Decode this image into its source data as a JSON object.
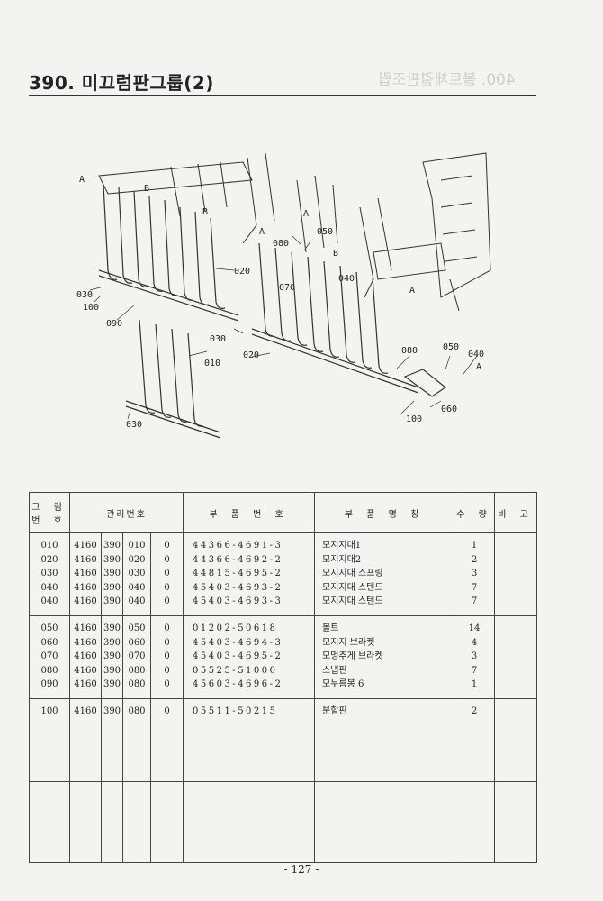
{
  "page": {
    "title": "390. 미끄럼판그룹(2)",
    "ghost_text": "400. 볼트체결판조립",
    "page_number": "- 127 -"
  },
  "diagram": {
    "labels": [
      "A",
      "B",
      "A",
      "B",
      "B",
      "A",
      "A",
      "050",
      "080",
      "020",
      "070",
      "040",
      "030",
      "100",
      "090",
      "030",
      "020",
      "010",
      "080",
      "050",
      "040",
      "A",
      "060",
      "100",
      "030"
    ]
  },
  "table": {
    "headers": {
      "fig_top": "그 림",
      "fig_bottom": "번 호",
      "mgmt": "관리번호",
      "part_no": "부 품 번 호",
      "part_name": "부 품 명 칭",
      "qty": "수 량",
      "remark": "비 고"
    },
    "groups": [
      {
        "rows": [
          {
            "fig": "010",
            "m1": "4160",
            "m2": "390",
            "m3": "010",
            "m4": "0",
            "part_no": "44366-4691-3",
            "name": "모지지대1",
            "qty": "1"
          },
          {
            "fig": "020",
            "m1": "4160",
            "m2": "390",
            "m3": "020",
            "m4": "0",
            "part_no": "44366-4692-2",
            "name": "모지지대2",
            "qty": "2"
          },
          {
            "fig": "030",
            "m1": "4160",
            "m2": "390",
            "m3": "030",
            "m4": "0",
            "part_no": "44815-4695-2",
            "name": "모지지대 스프링",
            "qty": "3"
          },
          {
            "fig": "040",
            "m1": "4160",
            "m2": "390",
            "m3": "040",
            "m4": "0",
            "part_no": "45403-4693-2",
            "name": "모지지대 스텐드",
            "qty": "7"
          },
          {
            "fig": "040",
            "m1": "4160",
            "m2": "390",
            "m3": "040",
            "m4": "0",
            "part_no": "45403-4693-3",
            "name": "모지지대 스텐드",
            "qty": "7"
          }
        ]
      },
      {
        "rows": [
          {
            "fig": "050",
            "m1": "4160",
            "m2": "390",
            "m3": "050",
            "m4": "0",
            "part_no": "01202-50618",
            "name": "볼트",
            "qty": "14"
          },
          {
            "fig": "060",
            "m1": "4160",
            "m2": "390",
            "m3": "060",
            "m4": "0",
            "part_no": "45403-4694-3",
            "name": "모지지 브라켓",
            "qty": "4"
          },
          {
            "fig": "070",
            "m1": "4160",
            "m2": "390",
            "m3": "070",
            "m4": "0",
            "part_no": "45403-4695-2",
            "name": "모멍추게 브라켓",
            "qty": "3"
          },
          {
            "fig": "080",
            "m1": "4160",
            "m2": "390",
            "m3": "080",
            "m4": "0",
            "part_no": "05525-51000",
            "name": "스냅핀",
            "qty": "7"
          },
          {
            "fig": "090",
            "m1": "4160",
            "m2": "390",
            "m3": "080",
            "m4": "0",
            "part_no": "45603-4696-2",
            "name": "모누름봉 6",
            "qty": "1"
          }
        ]
      },
      {
        "rows": [
          {
            "fig": "100",
            "m1": "4160",
            "m2": "390",
            "m3": "080",
            "m4": "0",
            "part_no": "05511-50215",
            "name": "분할핀",
            "qty": "2"
          }
        ]
      }
    ]
  }
}
